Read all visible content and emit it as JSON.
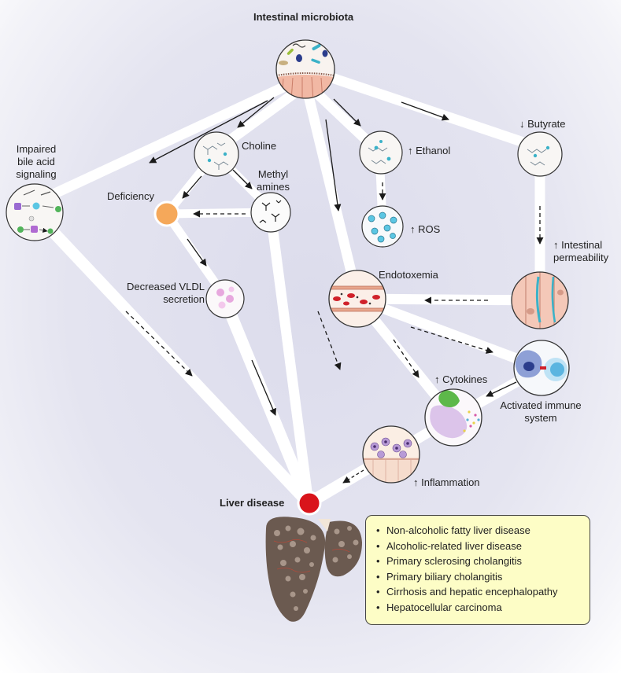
{
  "labels": {
    "microbiota": "Intestinal microbiota",
    "choline": "Choline",
    "deficiency": "Deficiency",
    "methyl_amines": "Methyl\namines",
    "ethanol": "↑ Ethanol",
    "ros": "↑ ROS",
    "butyrate": "↓ Butyrate",
    "impaired_bile": "Impaired\nbile acid\nsignaling",
    "intestinal_permeability": "↑ Intestinal\npermeability",
    "endotoxemia": "Endotoxemia",
    "vldl": "Decreased VLDL\nsecretion",
    "cytokines": "↑ Cytokines",
    "immune": "Activated immune\nsystem",
    "inflammation": "↑ Inflammation",
    "liver_disease": "Liver disease"
  },
  "diseases": [
    "Non-alcoholic fatty liver disease",
    "Alcoholic-related liver disease",
    "Primary sclerosing cholangitis",
    "Primary biliary cholangitis",
    "Cirrhosis and hepatic encephalopathy",
    "Hepatocellular carcinoma"
  ],
  "colors": {
    "background": "#e2e2ef",
    "pathway": "#ffffff",
    "deficiency_node": "#f5a85a",
    "liver_node": "#d9141b",
    "liver_tissue": "#6b5a50",
    "box_fill": "#fdfdc6",
    "tissue_pink": "#f4c8b8"
  }
}
